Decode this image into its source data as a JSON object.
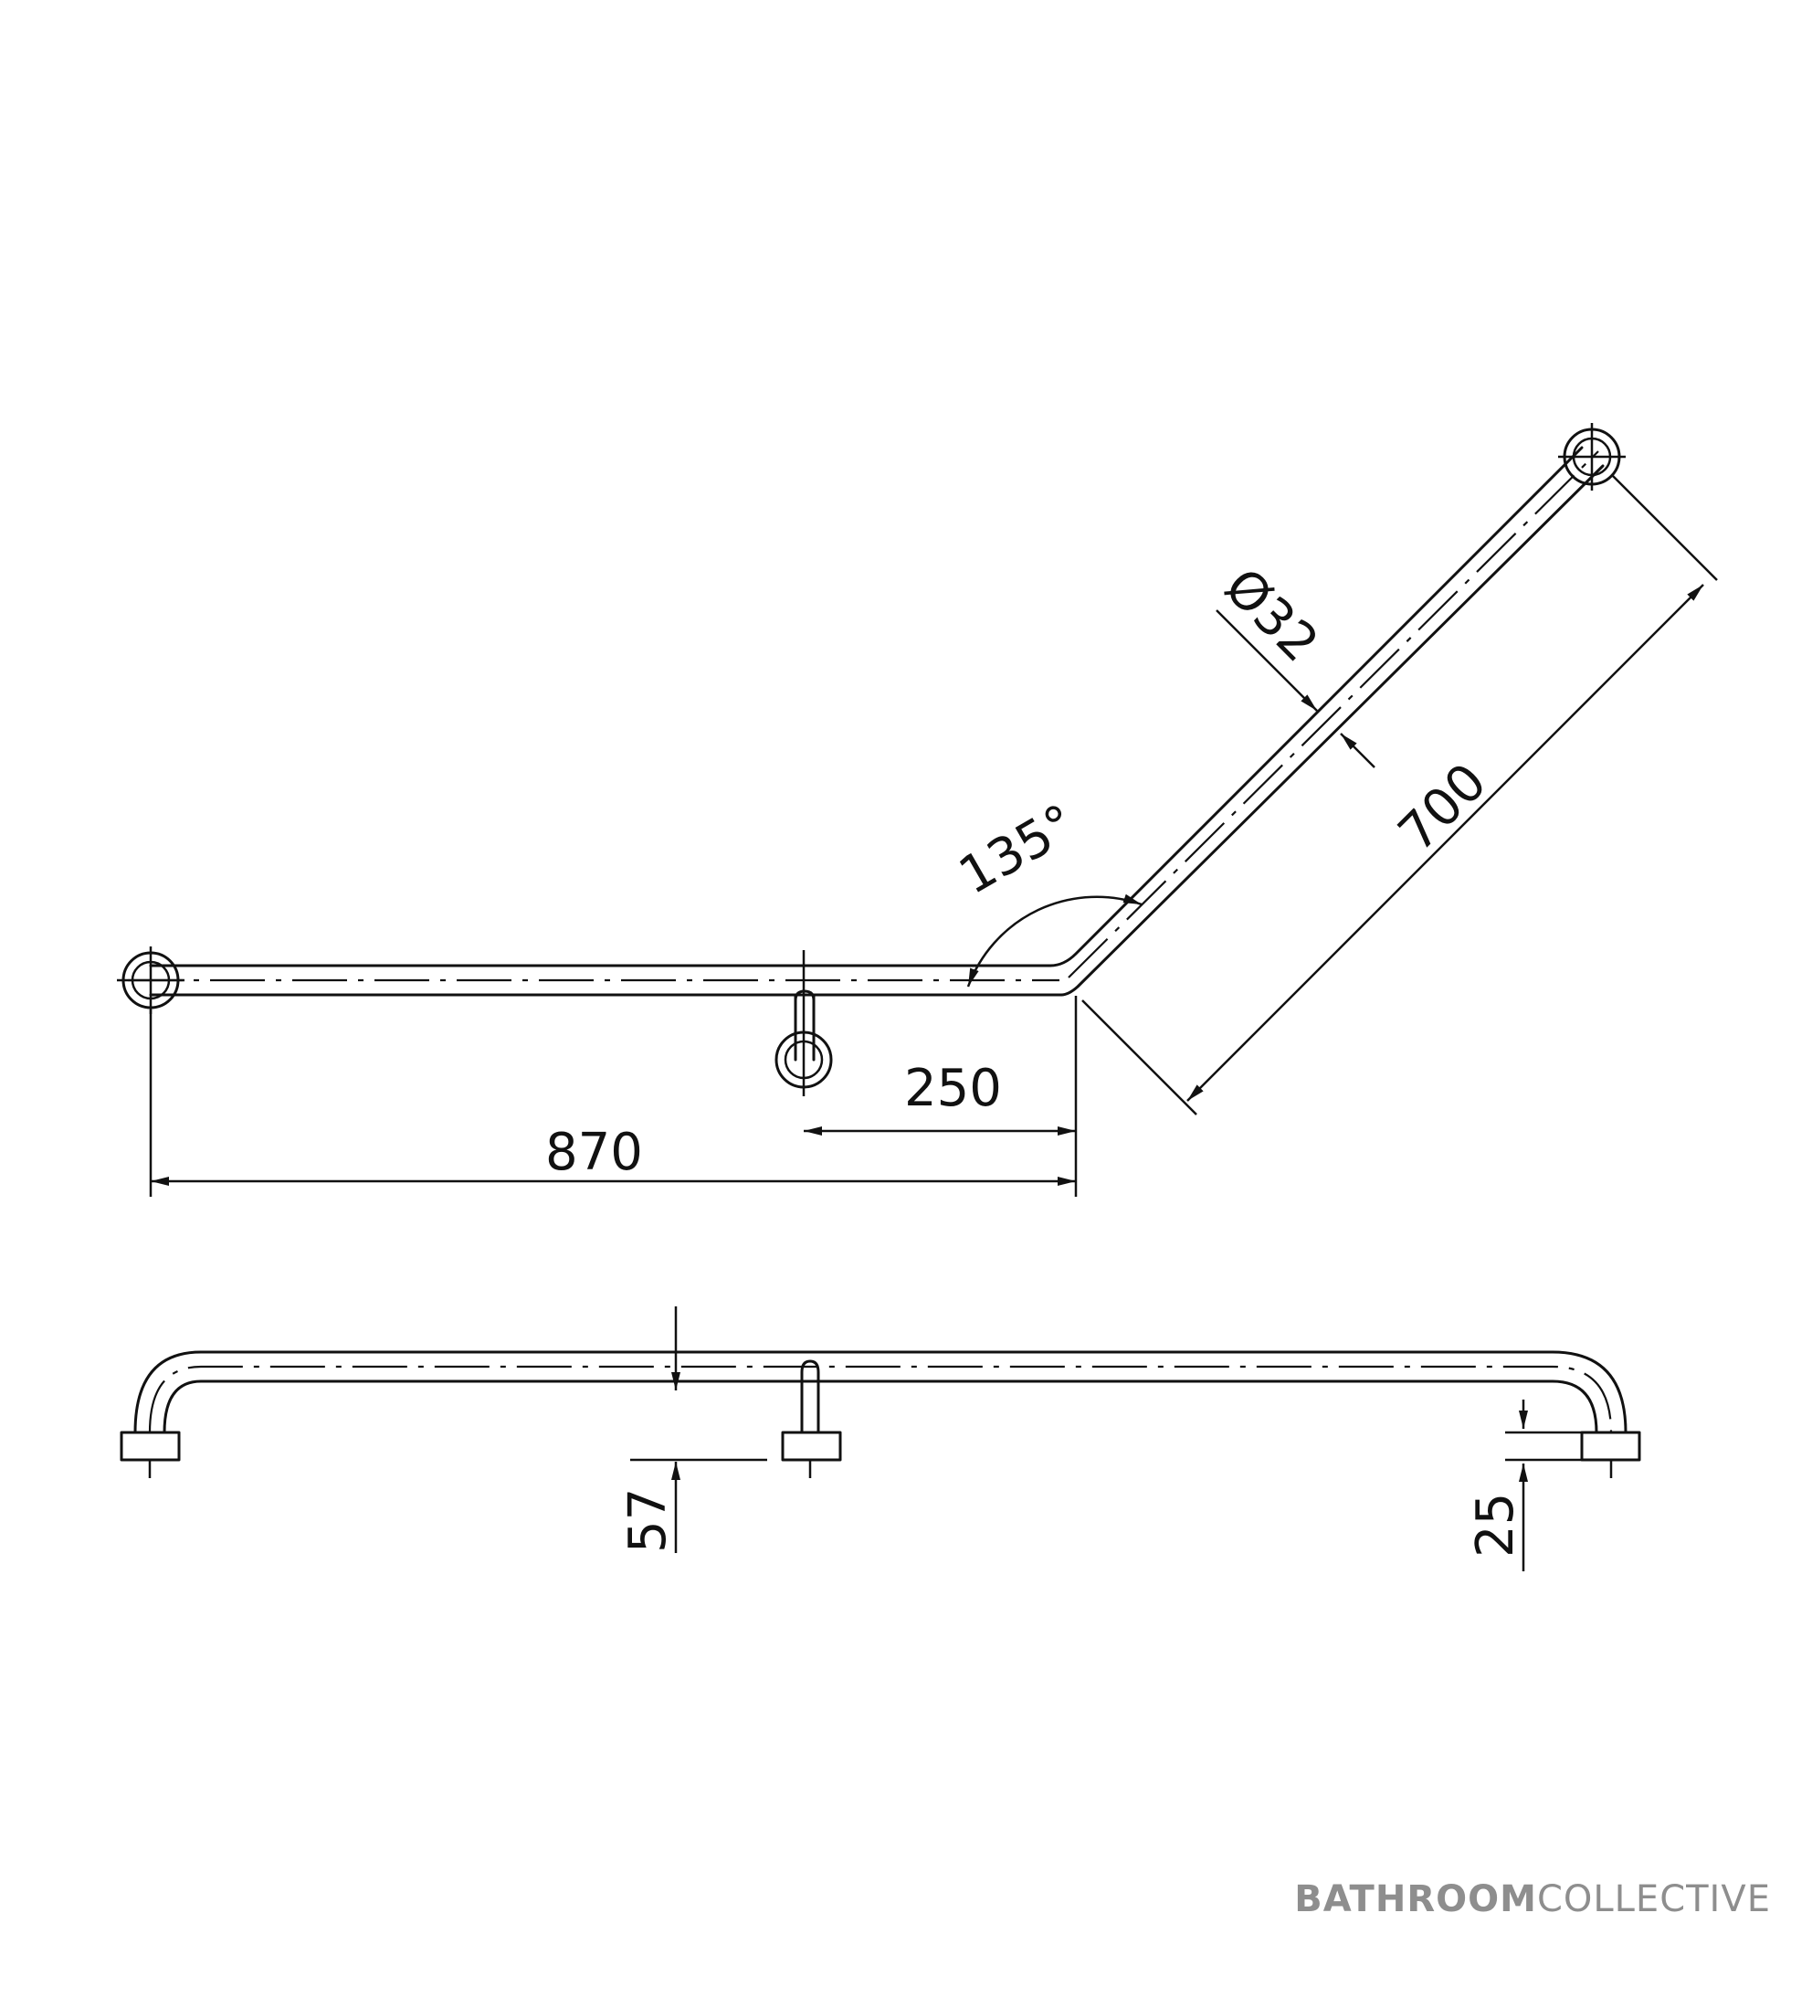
{
  "dimensions": {
    "angle": "135°",
    "diameter": "Ø32",
    "length_angled": "700",
    "flange_offset": "250",
    "length_horizontal": "870",
    "projection_57": "57",
    "projection_25": "25"
  },
  "brand": {
    "bold": "BATHROOM",
    "light": "COLLECTIVE"
  }
}
